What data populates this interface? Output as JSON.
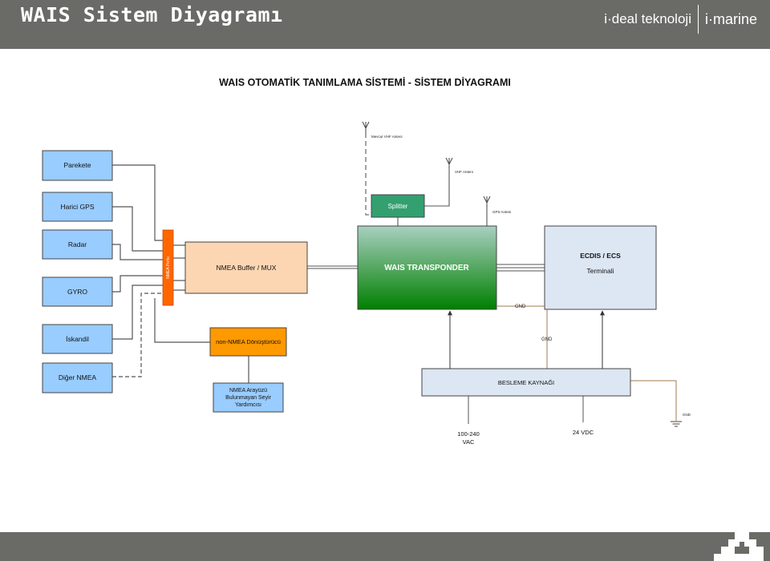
{
  "header": {
    "title": "WAIS Sistem Diyagramı",
    "logo_left": "i·deal teknoloji",
    "logo_right": "i·marine"
  },
  "diagram": {
    "title": "WAIS OTOMATİK TANIMLAMA SİSTEMİ  - SİSTEM DİYAGRAMI",
    "sensors": {
      "parekete": "Parekete",
      "harici_gps": "Harici GPS",
      "radar": "Radar",
      "gyro": "GYRO",
      "iskandil": "İskandil",
      "diger_nmea": "Diğer NMEA"
    },
    "nmea_ports": "NMEA Portu",
    "nmea_buffer": "NMEA Buffer / MUX",
    "non_nmea_converter": "non-NMEA Dönüştürücü",
    "nav_aid": [
      "NMEA Arayüzü",
      "Bulunmayan Seyir",
      "Yardımcısı"
    ],
    "splitter": "Splitter",
    "antennas": {
      "existing_vhf": "Mevcut VHF Anteni",
      "vhf": "VHF Anteni",
      "gps": "GPS Anteni"
    },
    "transponder": "WAIS TRANSPONDER",
    "ecdis_title": "ECDIS / ECS",
    "ecdis_sub": "Terminali",
    "power_supply": "BESLEME KAYNAĞI",
    "gnd": "GND",
    "ac_input": [
      "100-240",
      "VAC"
    ],
    "dc_input": "24 VDC",
    "colors": {
      "sensor_fill": "#99ccff",
      "buffer_fill": "#fcd6b2",
      "ports_fill": "#ff6600",
      "converter_fill": "#ff9900",
      "splitter_fill": "#33a070",
      "transponder_top": "#a9cfc1",
      "transponder_bottom": "#008000",
      "terminal_fill": "#dde6f3",
      "gnd_wire": "#a07850"
    }
  }
}
